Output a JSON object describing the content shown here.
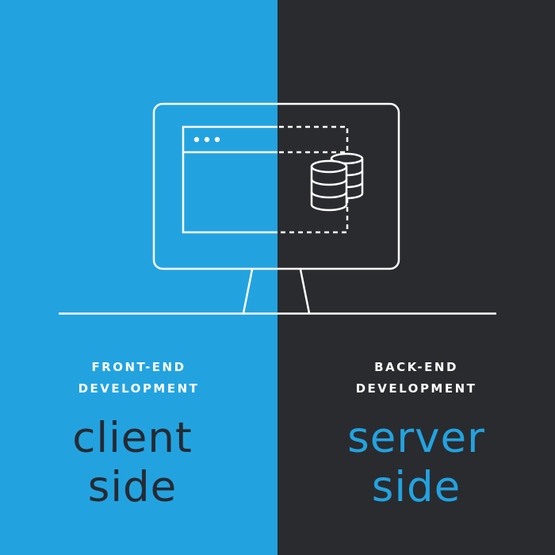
{
  "colors": {
    "client_bg": "#22a3e0",
    "server_bg": "#2a2b2f",
    "client_text": "#262a33",
    "server_text": "#22a3e0",
    "line": "#ffffff"
  },
  "icons": {
    "monitor": "monitor-icon",
    "browser_window": "browser-window-icon",
    "database": "database-icon"
  },
  "front_end": {
    "label_lines": [
      "FRONT-END",
      "DEVELOPMENT"
    ],
    "title_lines": [
      "client",
      "side"
    ]
  },
  "back_end": {
    "label_lines": [
      "BACK-END",
      "DEVELOPMENT"
    ],
    "title_lines": [
      "server",
      "side"
    ]
  }
}
